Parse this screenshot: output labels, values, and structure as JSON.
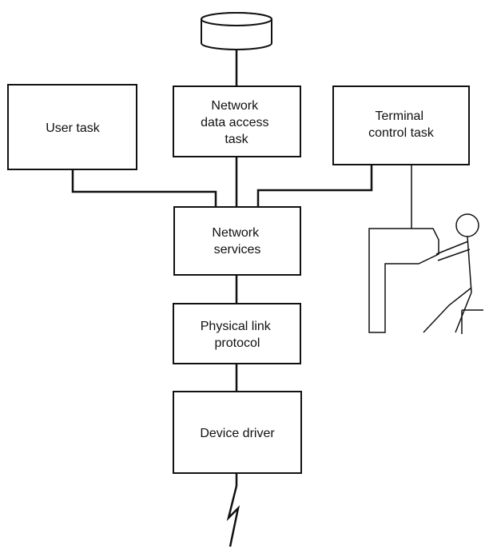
{
  "nodes": {
    "user_task": {
      "lines": [
        "User task"
      ]
    },
    "network_data_access_task": {
      "lines": [
        "Network",
        "data access",
        "task"
      ]
    },
    "terminal_control_task": {
      "lines": [
        "Terminal",
        "control task"
      ]
    },
    "network_services": {
      "lines": [
        "Network",
        "services"
      ]
    },
    "physical_link_protocol": {
      "lines": [
        "Physical link",
        "protocol"
      ]
    },
    "device_driver": {
      "lines": [
        "Device driver"
      ]
    }
  },
  "icons": {
    "database": "database-cylinder-icon",
    "operator": "terminal-operator-icon",
    "link": "lightning-link-icon"
  }
}
